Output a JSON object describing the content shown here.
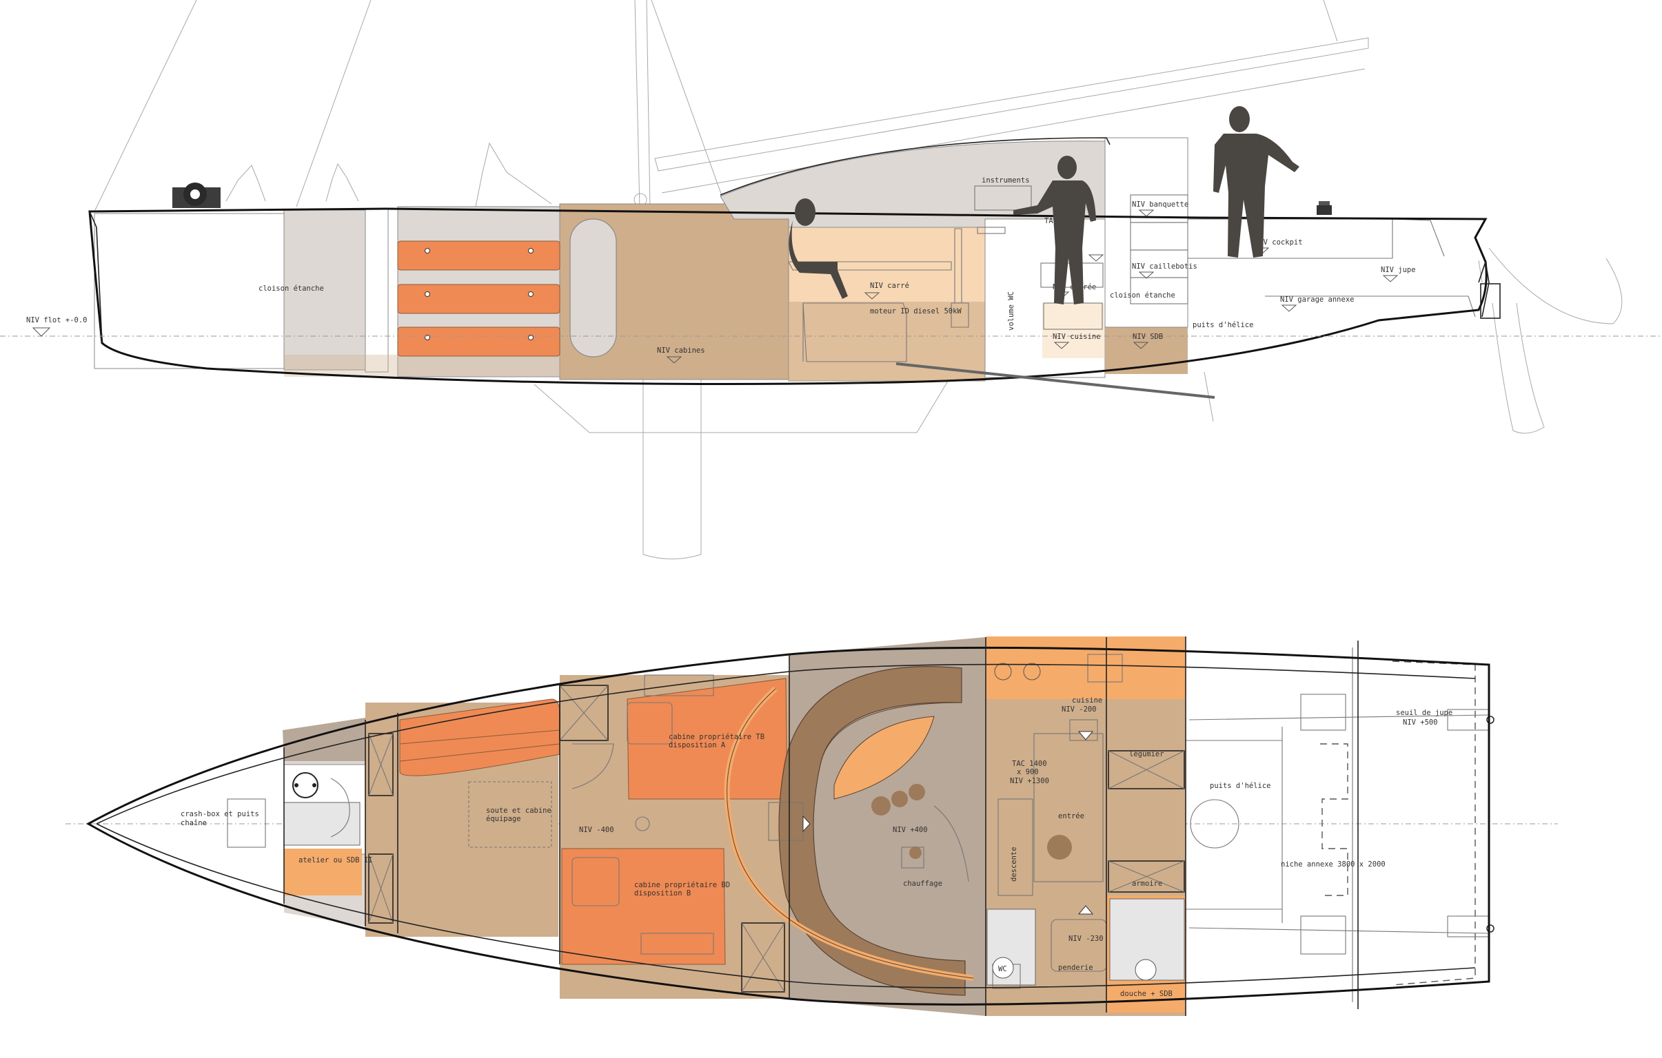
{
  "palette": {
    "grey_zone": "#ddd8d3",
    "taupe_zone": "#b8a89a",
    "tan_floor": "#cfae8c",
    "orange": "#f08a55",
    "light_orange": "#f5ab6a",
    "peach": "#f8d8b4",
    "brown_bench": "#9c7a5a",
    "silhouette": "#4a4642"
  },
  "profile": {
    "niv_flot": "NIV flot +-0.0",
    "cloison_etanche_fwd": "cloison étanche",
    "instruments": "instruments",
    "tac": "TAC",
    "volume_wc": "volume WC",
    "niv_carre": "NIV carré",
    "moteur": "moteur ID diesel 50kW",
    "niv_cabines": "NIV cabines",
    "niv_banquette": "NIV banquette",
    "niv_caillebotis": "NIV caillebotis",
    "cloison_etanche_aft": "cloison étanche",
    "niv_entree": "NIV entrée",
    "niv_cuisine": "NIV cuisine",
    "niv_sdb": "NIV SDB",
    "niv_cockpit": "NIV cockpit",
    "niv_jupe": "NIV jupe",
    "niv_garage": "NIV garage annexe",
    "puits_helice": "puits d'hélice"
  },
  "plan": {
    "crash_box_1": "crash-box et puits",
    "crash_box_2": "chaîne",
    "atelier": "atelier ou SDB II",
    "soute_1": "soute et cabine",
    "soute_2": "équipage",
    "cabine_tb_1": "cabine propriétaire TB",
    "cabine_tb_2": "disposition A",
    "cabine_bd_1": "cabine propriétaire BD",
    "cabine_bd_2": "disposition B",
    "niv_400_fwd": "NIV -400",
    "niv_400_saloon": "NIV +400",
    "chauffage": "chauffage",
    "cuisine": "cuisine",
    "niv_200": "NIV -200",
    "tac_1": "TAC 1400",
    "tac_2": "x 900",
    "tac_3": "NIV +1300",
    "entree": "entrée",
    "descente": "descente",
    "niv_230": "NIV -230",
    "wc": "WC",
    "penderie": "penderie",
    "douche": "douche + SDB",
    "legumier": "légumier",
    "armoire": "armoire",
    "puits_helice": "puits d'hélice",
    "niche_annexe": "niche annexe 3800 x 2000",
    "seuil_jupe": "seuil de jupe",
    "niv_500": "NIV +500"
  }
}
